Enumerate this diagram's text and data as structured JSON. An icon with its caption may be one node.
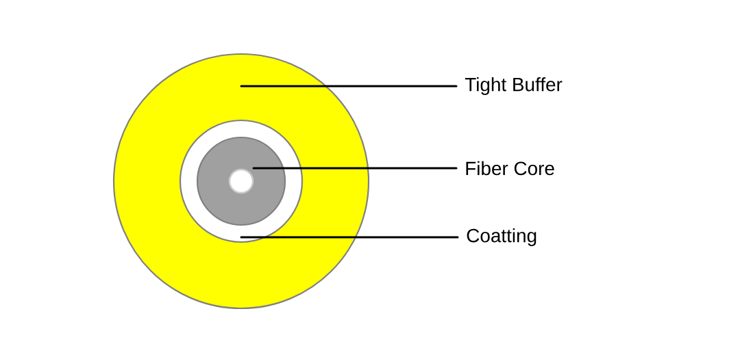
{
  "diagram": {
    "nodes": [
      {
        "text": [],
        "shape": "circle"
      },
      {
        "text": [],
        "shape": "circle",
        "in": 0
      },
      {
        "text": [],
        "shape": "circle",
        "in": 1
      },
      {
        "text": [
          "Tight Buffer"
        ]
      },
      {
        "text": [
          "Fiber Core"
        ]
      },
      {
        "text": [
          "Coatting"
        ]
      }
    ],
    "edges": [
      {
        "from": 3,
        "to": 0,
        "arrow": "none"
      },
      {
        "from": 4,
        "to": 2,
        "arrow": "none"
      },
      {
        "from": 5,
        "to": 1,
        "arrow": "none"
      }
    ]
  }
}
